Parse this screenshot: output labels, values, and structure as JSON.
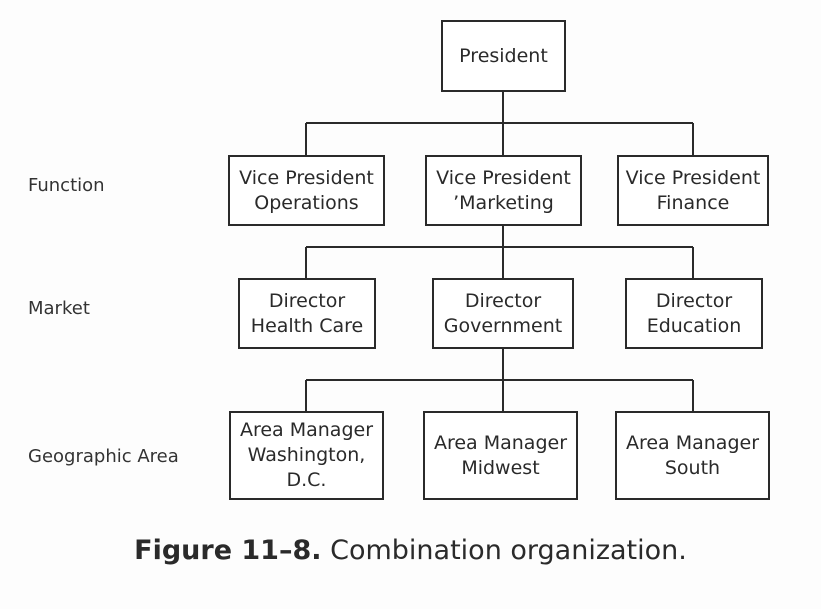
{
  "levels": [
    {
      "label": "Function"
    },
    {
      "label": "Market"
    },
    {
      "label": "Geographic Area"
    }
  ],
  "nodes": {
    "president": "President",
    "vp_operations": "Vice President\nOperations",
    "vp_marketing": "Vice President\n’Marketing",
    "vp_finance": "Vice President\nFinance",
    "dir_health": "Director\nHealth Care",
    "dir_government": "Director\nGovernment",
    "dir_education": "Director\nEducation",
    "am_washington": "Area Manager\nWashington,\nD.C.",
    "am_midwest": "Area Manager\nMidwest",
    "am_south": "Area Manager\nSouth"
  },
  "colors": {
    "line": "#2a2a2a",
    "box_border": "#2a2a2a"
  },
  "caption": {
    "label": "Figure 11–8.",
    "text": " Combination organization."
  }
}
